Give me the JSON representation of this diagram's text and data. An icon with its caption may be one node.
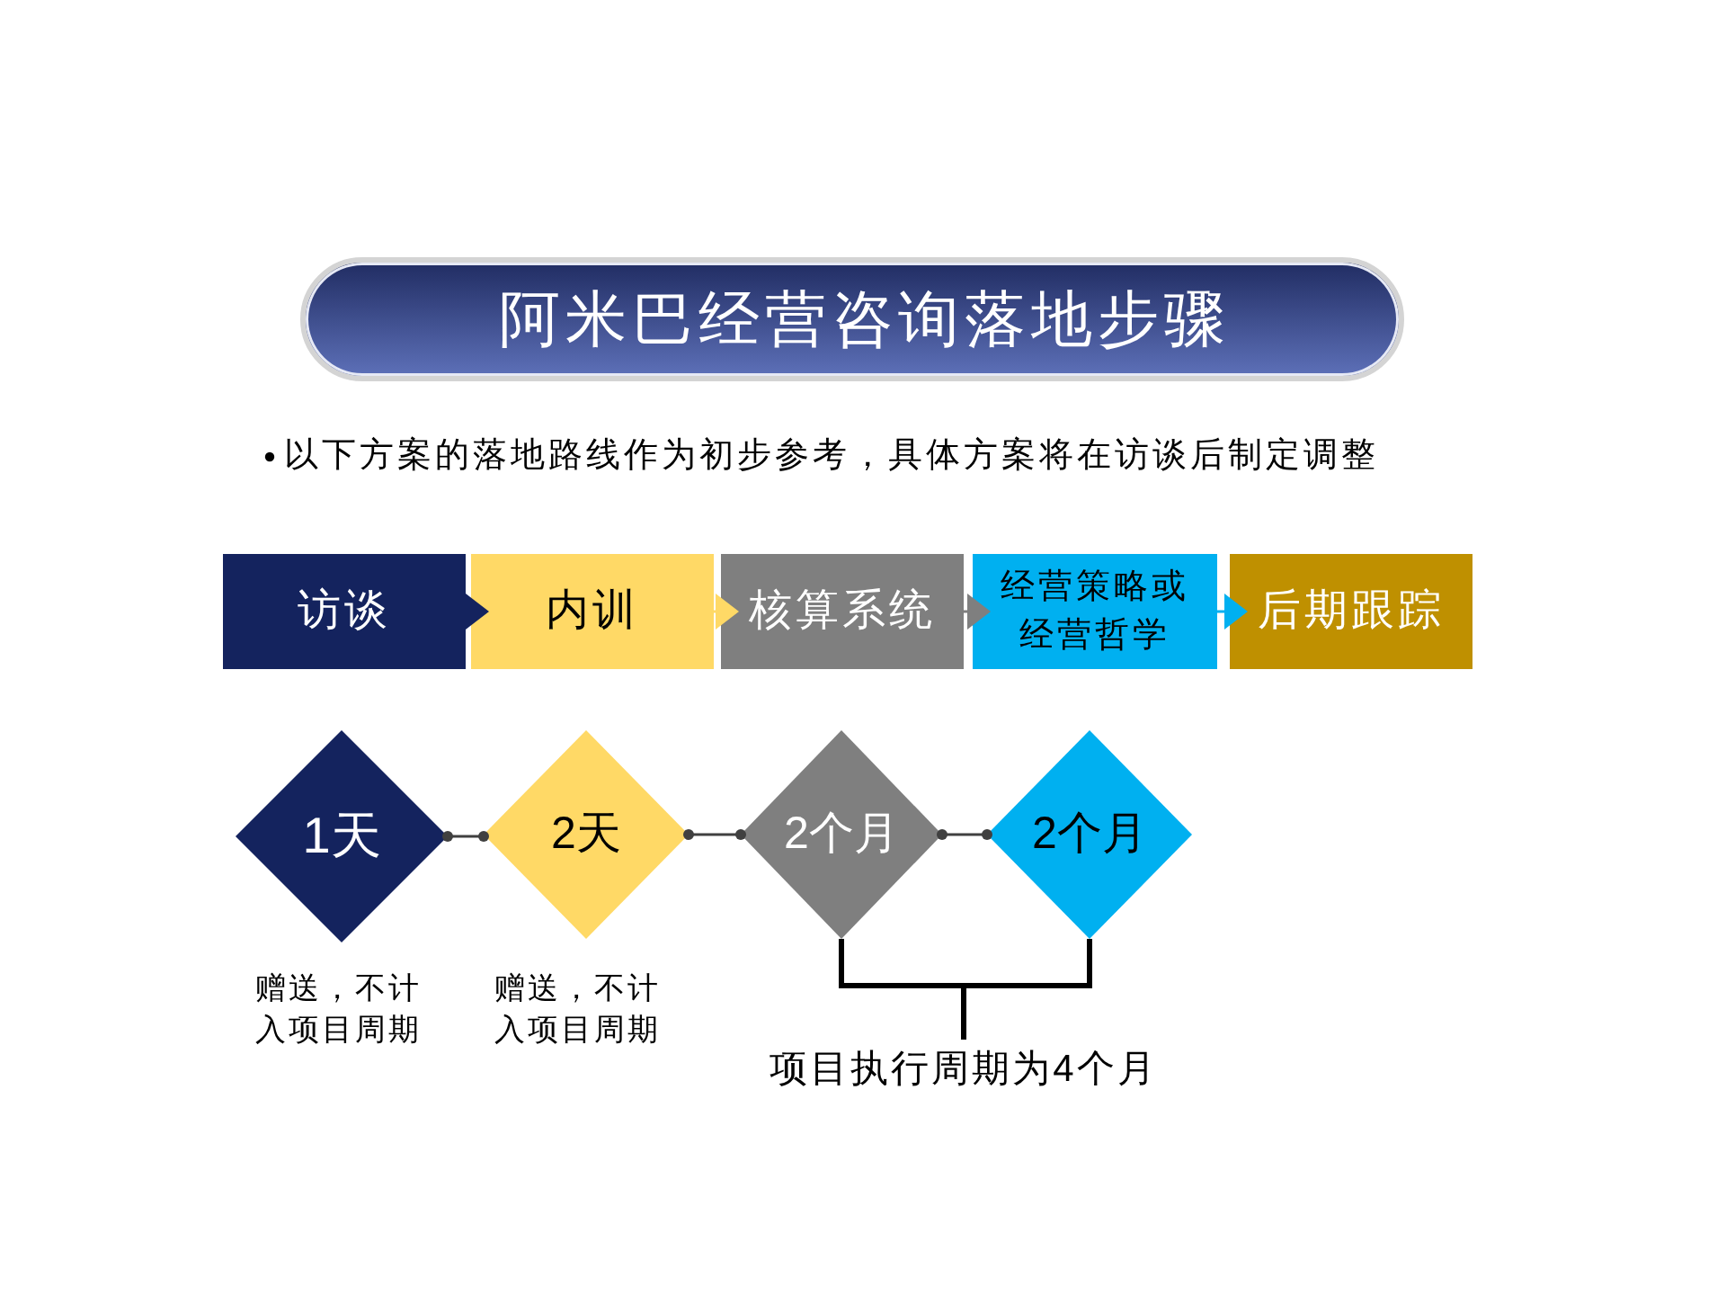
{
  "diagram": {
    "title": "阿米巴经营咨询落地步骤",
    "nodes": [
      {
        "text": [
          "访谈"
        ]
      },
      {
        "text": [
          "内训"
        ]
      },
      {
        "text": [
          "核算系统"
        ]
      },
      {
        "text": [
          "经营策略或经营哲学"
        ]
      },
      {
        "text": [
          "后期跟踪"
        ]
      },
      {
        "text": [
          "1天"
        ],
        "beside": [
          "赠送，不计入项目周期"
        ]
      },
      {
        "text": [
          "2天"
        ],
        "beside": [
          "赠送，不计入项目周期"
        ]
      },
      {
        "text": [
          "2个月"
        ]
      },
      {
        "text": [
          "2个月"
        ]
      },
      {
        "text": [
          "项目执行周期为4个月"
        ]
      }
    ],
    "edges": [
      {
        "from": 0,
        "to": 1,
        "arrow": "to",
        "color": "#14235e"
      },
      {
        "from": 1,
        "to": 2,
        "arrow": "to",
        "color": "#ffd966"
      },
      {
        "from": 2,
        "to": 3,
        "arrow": "to",
        "color": "#7f7f7f"
      },
      {
        "from": 3,
        "to": 4,
        "arrow": "to",
        "color": "#00b0f0"
      },
      {
        "from": 5,
        "to": 6,
        "arrow": "other"
      },
      {
        "from": 6,
        "to": 7,
        "arrow": "other"
      },
      {
        "from": 7,
        "to": 8,
        "arrow": "other"
      },
      {
        "from": 7,
        "to": 9,
        "arrow": "none",
        "style": "thick",
        "color": "#000000"
      },
      {
        "from": 8,
        "to": 9,
        "arrow": "none",
        "style": "thick",
        "color": "#000000"
      }
    ],
    "labels": [
      "以下方案的落地路线作为初步参考，具体方案将在访谈后制定调整"
    ]
  }
}
